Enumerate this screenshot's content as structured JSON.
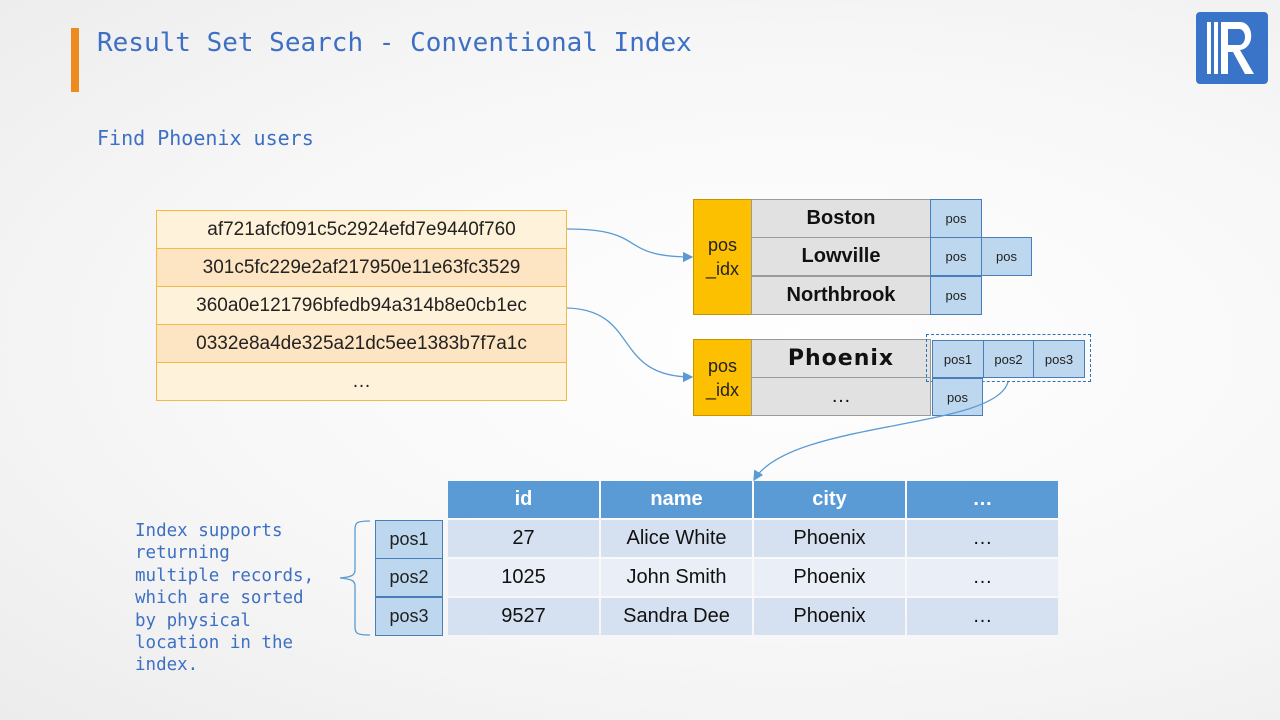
{
  "title": "Result Set Search - Conventional Index",
  "subtitle": "Find Phoenix users",
  "hash_list": [
    "af721afcf091c5c2924efd7e9440f760",
    "301c5fc229e2af217950e11e63fc3529",
    "360a0e121796bfedb94a314b8e0cb1ec",
    "0332e8a4de325a21dc5ee1383b7f7a1c",
    "…"
  ],
  "index_top": {
    "label_line1": "pos",
    "label_line2": "_idx",
    "rows": [
      {
        "city": "Boston",
        "pos": [
          "pos"
        ]
      },
      {
        "city": "Lowville",
        "pos": [
          "pos",
          "pos"
        ]
      },
      {
        "city": "Northbrook",
        "pos": [
          "pos"
        ]
      }
    ]
  },
  "index_bottom": {
    "label_line1": "pos",
    "label_line2": "_idx",
    "rows": [
      {
        "city": "Phoenix",
        "pos": [
          "pos1",
          "pos2",
          "pos3"
        ]
      },
      {
        "city": "…",
        "pos": [
          "pos"
        ]
      }
    ]
  },
  "result_table": {
    "headers": [
      "id",
      "name",
      "city",
      "…"
    ],
    "rows": [
      {
        "pos": "pos1",
        "cells": [
          "27",
          "Alice White",
          "Phoenix",
          "…"
        ]
      },
      {
        "pos": "pos2",
        "cells": [
          "1025",
          "John Smith",
          "Phoenix",
          "…"
        ]
      },
      {
        "pos": "pos3",
        "cells": [
          "9527",
          "Sandra Dee",
          "Phoenix",
          "…"
        ]
      }
    ]
  },
  "note": "Index supports\nreturning\nmultiple records,\nwhich are sorted\nby physical\nlocation in the\nindex.",
  "colors": {
    "title": "#3d6fc4",
    "accent": "#ed8b1e",
    "index_label": "#fdc000",
    "pos_cell": "#bdd7ee",
    "table_header": "#5b9bd5",
    "arrow": "#5b9bd5"
  },
  "logo_icon": "r-logo-icon"
}
